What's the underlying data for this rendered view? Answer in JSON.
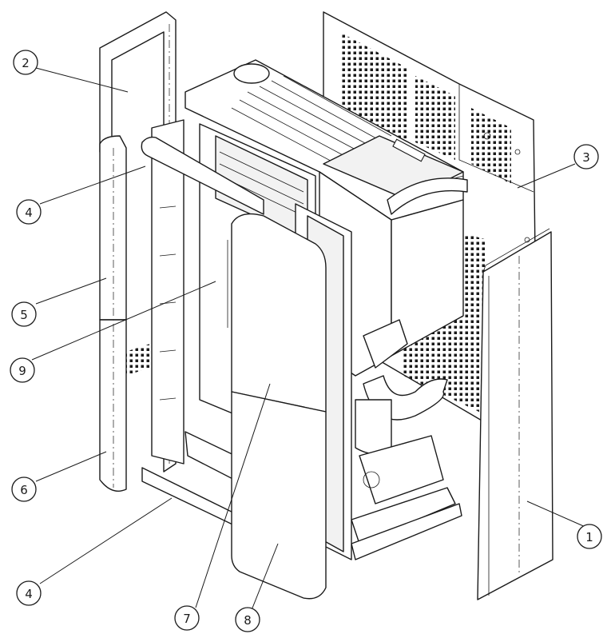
{
  "callouts": [
    {
      "id": "1",
      "label": "1"
    },
    {
      "id": "2",
      "label": "2"
    },
    {
      "id": "3",
      "label": "3"
    },
    {
      "id": "4a",
      "label": "4"
    },
    {
      "id": "4b",
      "label": "4"
    },
    {
      "id": "5",
      "label": "5"
    },
    {
      "id": "6",
      "label": "6"
    },
    {
      "id": "7",
      "label": "7"
    },
    {
      "id": "8",
      "label": "8"
    },
    {
      "id": "9",
      "label": "9"
    }
  ],
  "colors": {
    "line": "#1a1a1a",
    "background": "#ffffff",
    "panel_fill": "#ffffff",
    "shade": "#f2f2f2"
  }
}
